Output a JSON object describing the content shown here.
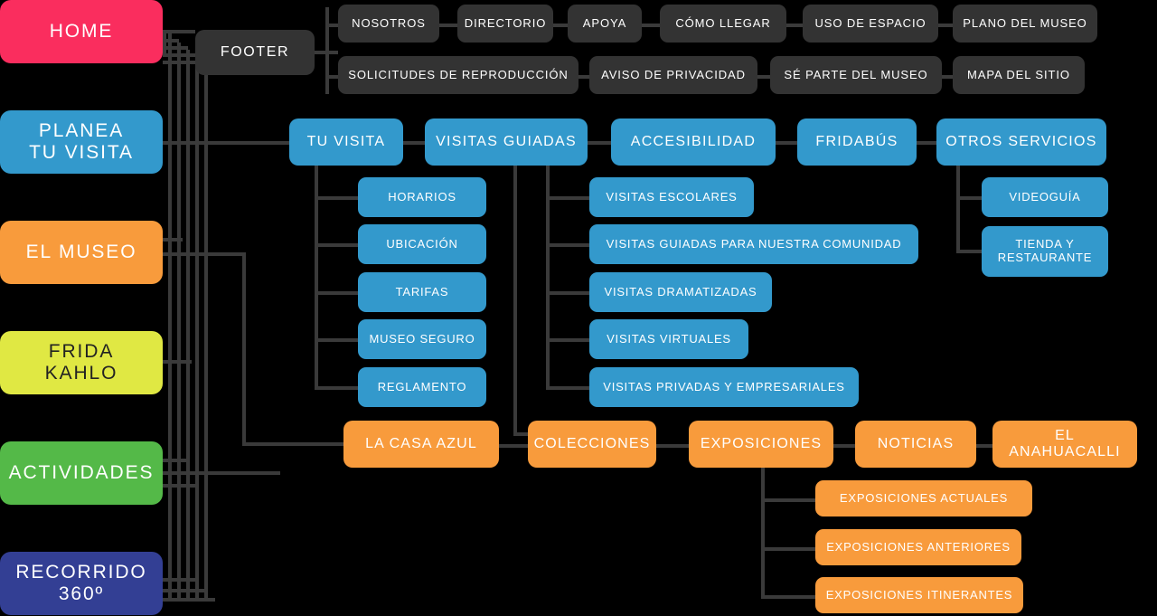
{
  "diagram": {
    "title": "Mapa del sitio - Museo Frida Kahlo",
    "type": "sitemap-tree",
    "background": "#000000",
    "connector_color": "#3a3a3a",
    "palette": {
      "home_pink": "#fa2d5e",
      "blue": "#3399cc",
      "orange": "#f89b3c",
      "yellow": "#e0e843",
      "green": "#54b948",
      "navy": "#333f94",
      "dark_gray": "#333333"
    }
  },
  "primary": {
    "home": "HOME",
    "planea": "PLANEA\nTU VISITA",
    "museo": "EL MUSEO",
    "frida": "FRIDA\nKAHLO",
    "actividades": "ACTIVIDADES",
    "recorrido": "RECORRIDO\n360º"
  },
  "footer": {
    "label": "FOOTER",
    "row1": [
      "NOSOTROS",
      "DIRECTORIO",
      "APOYA",
      "CÓMO LLEGAR",
      "USO DE ESPACIO",
      "PLANO DEL MUSEO"
    ],
    "row2": [
      "SOLICITUDES DE REPRODUCCIÓN",
      "AVISO DE PRIVACIDAD",
      "SÉ PARTE DEL MUSEO",
      "MAPA DEL SITIO"
    ]
  },
  "planea_branch": {
    "top": [
      "TU VISITA",
      "VISITAS GUIADAS",
      "ACCESIBILIDAD",
      "FRIDABÚS",
      "OTROS SERVICIOS"
    ],
    "tu_visita_children": [
      "HORARIOS",
      "UBICACIÓN",
      "TARIFAS",
      "MUSEO SEGURO",
      "REGLAMENTO"
    ],
    "visitas_guiadas_children": [
      "VISITAS ESCOLARES",
      "VISITAS GUIADAS PARA NUESTRA COMUNIDAD",
      "VISITAS DRAMATIZADAS",
      "VISITAS VIRTUALES",
      "VISITAS PRIVADAS Y EMPRESARIALES"
    ],
    "otros_servicios_children": [
      "VIDEOGUÍA",
      "TIENDA Y\nRESTAURANTE"
    ]
  },
  "museo_branch": {
    "top": [
      "LA CASA AZUL",
      "COLECCIONES",
      "EXPOSICIONES",
      "NOTICIAS",
      "EL ANAHUACALLI"
    ],
    "exposiciones_children": [
      "EXPOSICIONES ACTUALES",
      "EXPOSICIONES ANTERIORES",
      "EXPOSICIONES ITINERANTES"
    ]
  }
}
